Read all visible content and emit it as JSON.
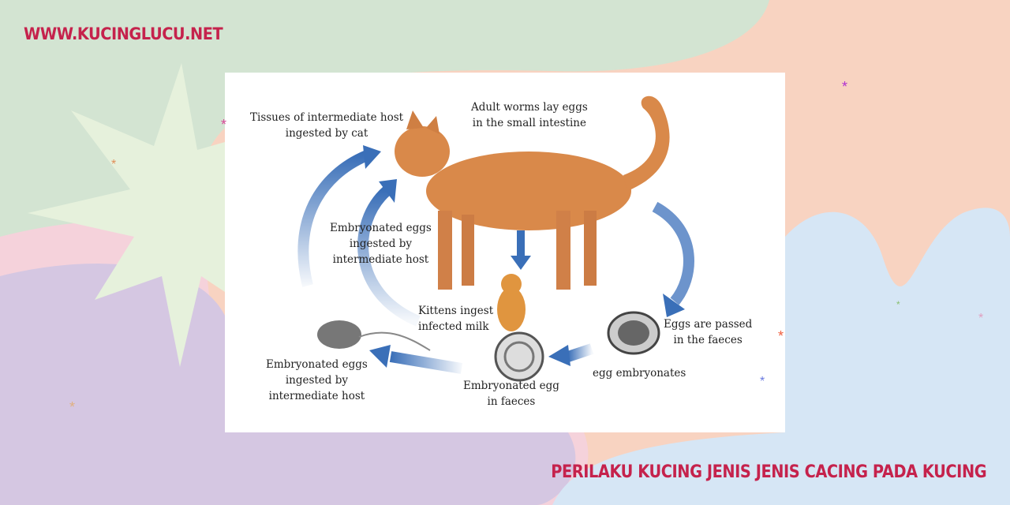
{
  "site_name": "WWW.KUCINGLUCU.NET",
  "article_title": "PERILAKU KUCING JENIS JENIS CACING PADA KUCING",
  "diagram": {
    "labels": {
      "tissues": [
        "Tissues of intermediate host",
        "ingested by cat"
      ],
      "adult_worms": [
        "Adult worms lay eggs",
        "in the small intestine"
      ],
      "embryonated_upper": [
        "Embryonated eggs",
        "ingested by",
        "intermediate host"
      ],
      "kittens": [
        "Kittens ingest",
        "infected milk"
      ],
      "eggs_passed": [
        "Eggs are passed",
        "in the faeces"
      ],
      "egg_embryonates": [
        "egg embryonates"
      ],
      "embryonated_egg": [
        "Embryonated egg",
        "in faeces"
      ],
      "embryonated_lower": [
        "Embryonated eggs",
        "ingested by",
        "intermediate host"
      ]
    }
  },
  "colors": {
    "accent": "#c5224c",
    "arrow": "#3a6fb8",
    "cat": "#d9894a"
  }
}
